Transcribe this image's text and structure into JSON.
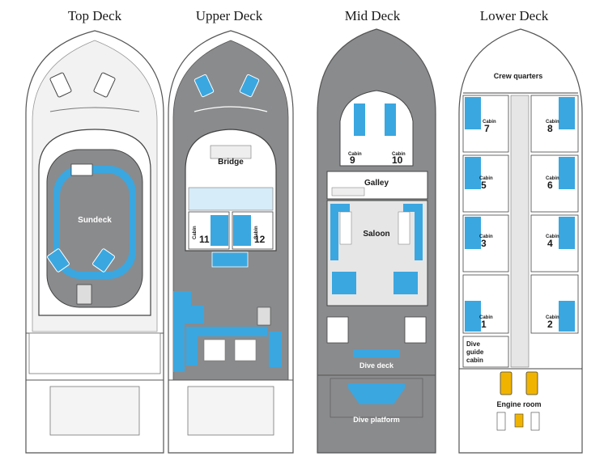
{
  "decks": [
    {
      "title": "Top Deck"
    },
    {
      "title": "Upper Deck"
    },
    {
      "title": "Mid Deck"
    },
    {
      "title": "Lower Deck"
    }
  ],
  "top_deck": {
    "sundeck": "Sundeck"
  },
  "upper_deck": {
    "bridge": "Bridge",
    "cabin_word": "Cabin",
    "cabin_11": "11",
    "cabin_12": "12"
  },
  "mid_deck": {
    "cabin_word": "Cabin",
    "cabin_9": "9",
    "cabin_10": "10",
    "galley": "Galley",
    "saloon": "Saloon",
    "dive_deck": "Dive deck",
    "dive_platform": "Dive platform"
  },
  "lower_deck": {
    "crew_quarters": "Crew quarters",
    "cabin_word": "Cabin",
    "cabin_7": "7",
    "cabin_8": "8",
    "cabin_5": "5",
    "cabin_6": "6",
    "cabin_3": "3",
    "cabin_4": "4",
    "cabin_1": "1",
    "cabin_2": "2",
    "dive_guide_line1": "Dive",
    "dive_guide_line2": "guide",
    "dive_guide_line3": "cabin",
    "engine_room": "Engine room"
  },
  "colors": {
    "blue": "#3aa7e0",
    "light_blue": "#d6ecf8",
    "gray": "#8a8b8d",
    "light_gray": "#e6e6e6",
    "outline": "#555555"
  }
}
